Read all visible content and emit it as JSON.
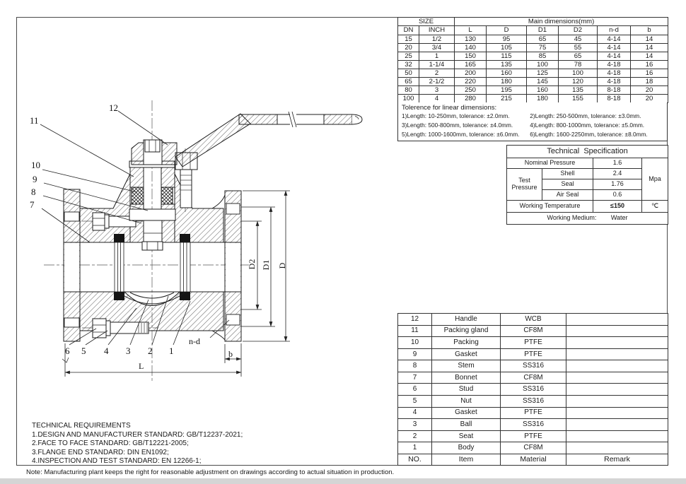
{
  "drawing": {
    "callouts_left": [
      "12",
      "11",
      "10",
      "9",
      "8",
      "7"
    ],
    "callouts_bottom": [
      "6",
      "5",
      "4",
      "3",
      "2",
      "1"
    ],
    "dim_labels": {
      "L": "L",
      "b": "b",
      "nd": "n-d",
      "D": "D",
      "D1": "D1",
      "D2": "D2"
    }
  },
  "size_table": {
    "group_left": "SIZE",
    "group_right": "Main dimensions(mm)",
    "columns": [
      "DN",
      "INCH",
      "L",
      "D",
      "D1",
      "D2",
      "n-d",
      "b"
    ],
    "rows": [
      [
        "15",
        "1/2",
        "130",
        "95",
        "65",
        "45",
        "4-14",
        "14"
      ],
      [
        "20",
        "3/4",
        "140",
        "105",
        "75",
        "55",
        "4-14",
        "14"
      ],
      [
        "25",
        "1",
        "150",
        "115",
        "85",
        "65",
        "4-14",
        "14"
      ],
      [
        "32",
        "1-1/4",
        "165",
        "135",
        "100",
        "78",
        "4-18",
        "16"
      ],
      [
        "50",
        "2",
        "200",
        "160",
        "125",
        "100",
        "4-18",
        "16"
      ],
      [
        "65",
        "2-1/2",
        "220",
        "180",
        "145",
        "120",
        "4-18",
        "18"
      ],
      [
        "80",
        "3",
        "250",
        "195",
        "160",
        "135",
        "8-18",
        "20"
      ],
      [
        "100",
        "4",
        "280",
        "215",
        "180",
        "155",
        "8-18",
        "20"
      ]
    ]
  },
  "tolerances": {
    "title": "Tolerence for linear dimensions:",
    "items": [
      "1)Length: 10-250mm, tolerance: ±2.0mm.",
      "2)Length: 250-500mm, tolerance: ±3.0mm.",
      "3)Length: 500-800mm, tolerance: ±4.0mm.",
      "4)Length: 800-1000mm, tolerance: ±5.0mm.",
      "5)Length: 1000-1600mm, tolerance: ±6.0mm.",
      "6)Length: 1600-2250mm, tolerance: ±8.0mm."
    ]
  },
  "spec_table": {
    "title": "Technical  Specification",
    "nominal_pressure_label": "Nominal Pressure",
    "nominal_pressure_value": "1.6",
    "test_pressure_label": "Test Pressure",
    "shell_label": "Shell",
    "shell_value": "2.4",
    "seal_label": "Seal",
    "seal_value": "1.76",
    "air_seal_label": "Air Seal",
    "air_seal_value": "0.6",
    "pressure_unit": "Mpa",
    "working_temp_label": "Working Temperature",
    "working_temp_value": "≤150",
    "temp_unit": "℃",
    "working_medium_label": "Working Medium:",
    "working_medium_value": "Water"
  },
  "parts_table": {
    "rows": [
      [
        "12",
        "Handle",
        "WCB",
        ""
      ],
      [
        "11",
        "Packing gland",
        "CF8M",
        ""
      ],
      [
        "10",
        "Packing",
        "PTFE",
        ""
      ],
      [
        "9",
        "Gasket",
        "PTFE",
        ""
      ],
      [
        "8",
        "Stem",
        "SS316",
        ""
      ],
      [
        "7",
        "Bonnet",
        "CF8M",
        ""
      ],
      [
        "6",
        "Stud",
        "SS316",
        ""
      ],
      [
        "5",
        "Nut",
        "SS316",
        ""
      ],
      [
        "4",
        "Gasket",
        "PTFE",
        ""
      ],
      [
        "3",
        "Ball",
        "SS316",
        ""
      ],
      [
        "2",
        "Seat",
        "PTFE",
        ""
      ],
      [
        "1",
        "Body",
        "CF8M",
        ""
      ]
    ],
    "footer": [
      "NO.",
      "Item",
      "Material",
      "Remark"
    ]
  },
  "tech_requirements": {
    "title": "TECHNICAL REQUIREMENTS",
    "lines": [
      "1.DESIGN AND MANUFACTURER STANDARD: GB/T12237-2021;",
      "2.FACE TO FACE STANDARD: GB/T12221-2005;",
      "3.FLANGE END STANDARD: DIN EN1092;",
      "4.INSPECTION AND TEST STANDARD: EN 12266-1;"
    ]
  },
  "note": "Note: Manufacturing plant keeps the right for reasonable adjustment on drawings according to actual situation in production."
}
